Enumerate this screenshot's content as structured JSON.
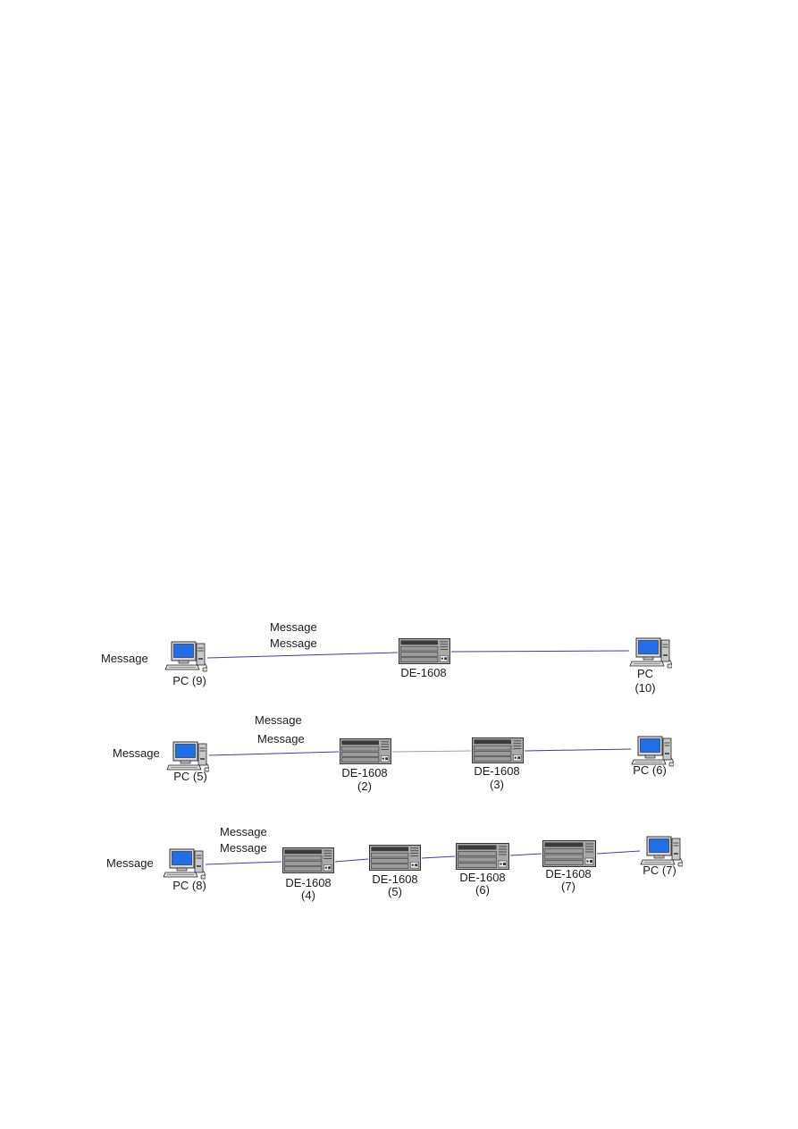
{
  "colors": {
    "background": "#ffffff",
    "link": "#3b3bb0",
    "link_muted": "#9a9ac8",
    "screen": "#1e6fe8",
    "device_body": "#a9a9a9",
    "text": "#1a1a1a"
  },
  "rows": [
    {
      "message_left": "Message",
      "message_top_1": "Message",
      "message_top_2": "Message",
      "source": {
        "icon": "pc-icon",
        "label": "PC (9)"
      },
      "switches": [
        {
          "icon": "switch-icon",
          "label": "DE-1608",
          "sub": ""
        }
      ],
      "destination": {
        "icon": "pc-icon",
        "label": "PC",
        "sub": "(10)"
      }
    },
    {
      "message_left": "Message",
      "message_top_1": "Message",
      "message_top_2": "Message",
      "source": {
        "icon": "pc-icon",
        "label": "PC (5)"
      },
      "switches": [
        {
          "icon": "switch-icon",
          "label": "DE-1608",
          "sub": "(2)"
        },
        {
          "icon": "switch-icon",
          "label": "DE-1608",
          "sub": "(3)"
        }
      ],
      "destination": {
        "icon": "pc-icon",
        "label": "PC (6)",
        "sub": ""
      }
    },
    {
      "message_left": "Message",
      "message_top_1": "Message",
      "message_top_2": "Message",
      "source": {
        "icon": "pc-icon",
        "label": "PC (8)"
      },
      "switches": [
        {
          "icon": "switch-icon",
          "label": "DE-1608",
          "sub": "(4)"
        },
        {
          "icon": "switch-icon",
          "label": "DE-1608",
          "sub": "(5)"
        },
        {
          "icon": "switch-icon",
          "label": "DE-1608",
          "sub": "(6)"
        },
        {
          "icon": "switch-icon",
          "label": "DE-1608",
          "sub": "(7)"
        }
      ],
      "destination": {
        "icon": "pc-icon",
        "label": "PC (7)",
        "sub": ""
      }
    }
  ]
}
